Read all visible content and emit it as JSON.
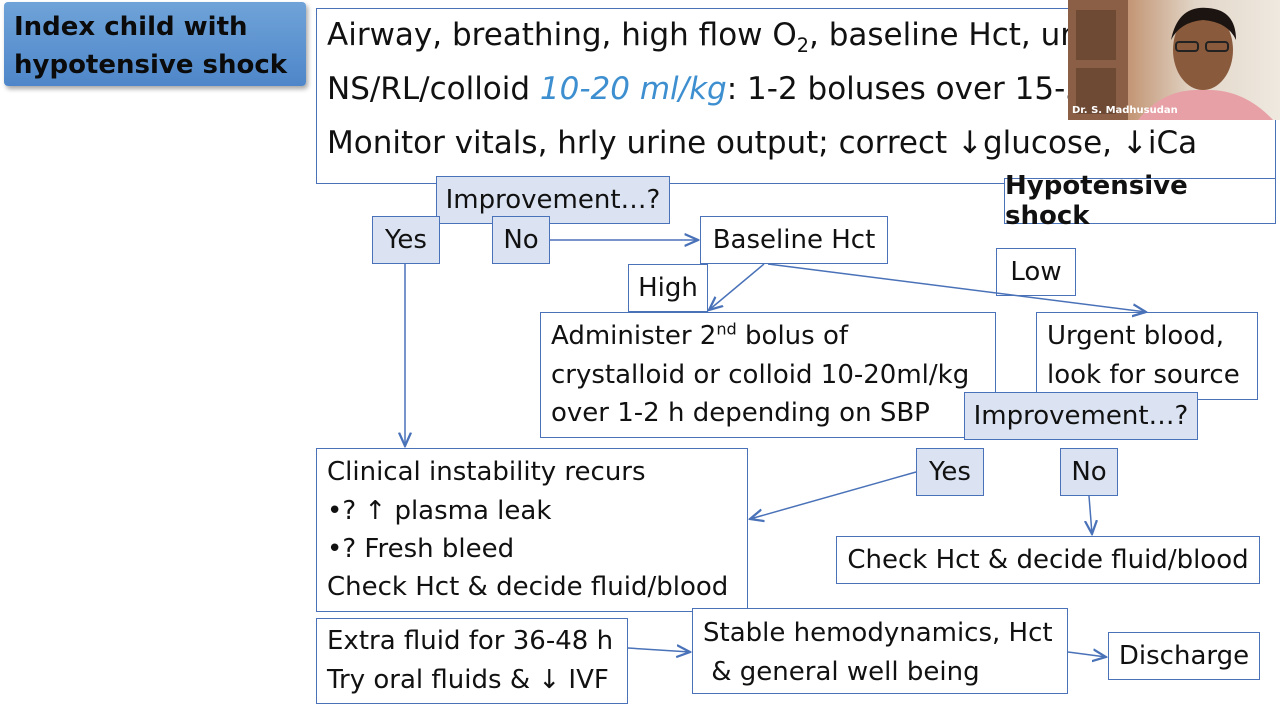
{
  "title": {
    "line1": "Index child with",
    "line2": "hypotensive shock"
  },
  "top_box": {
    "line1_pre": "Airway, breathing, high flow O",
    "line1_sub": "2",
    "line1_post": ", baseline Hct, urin",
    "line2_pre": "NS/RL/colloid ",
    "line2_dose": "10-20 ml/kg",
    "line2_post": ": 1-2 boluses over 15-3",
    "line3": "Monitor vitals, hrly urine output; correct ↓glucose, ↓iCa"
  },
  "hypotensive_label": "Hypotensive shock",
  "improvement_1": "Improvement…?",
  "yes_1": "Yes",
  "no_1": "No",
  "baseline_hct": "Baseline Hct",
  "high": "High",
  "low": "Low",
  "second_bolus": {
    "line1_pre": "Administer 2",
    "line1_sup": "nd",
    "line1_post": " bolus of",
    "line2": "crystalloid or colloid 10-20ml/kg",
    "line3": "over 1-2 h depending on SBP"
  },
  "urgent_blood": {
    "line1": "Urgent blood,",
    "line2": "look for source"
  },
  "improvement_2": "Improvement…?",
  "yes_2": "Yes",
  "no_2": "No",
  "clinical_instability": {
    "line1": "Clinical instability recurs",
    "line2": "•? ↑ plasma leak",
    "line3": "•? Fresh bleed",
    "line4": "Check Hct & decide fluid/blood"
  },
  "check_hct_right": "Check Hct & decide fluid/blood",
  "extra_fluid": {
    "line1": "Extra fluid for 36-48 h",
    "line2": "Try oral fluids & ↓ IVF"
  },
  "stable": {
    "line1": "Stable hemodynamics, Hct",
    "line2": " & general well being"
  },
  "discharge": "Discharge",
  "video": {
    "name": "Dr. S. Madhusudan"
  },
  "colors": {
    "border": "#4a72b8",
    "label_fill": "#dbe3f2",
    "title_fill": "#5b93cf",
    "dose_text": "#3d8fd0"
  }
}
